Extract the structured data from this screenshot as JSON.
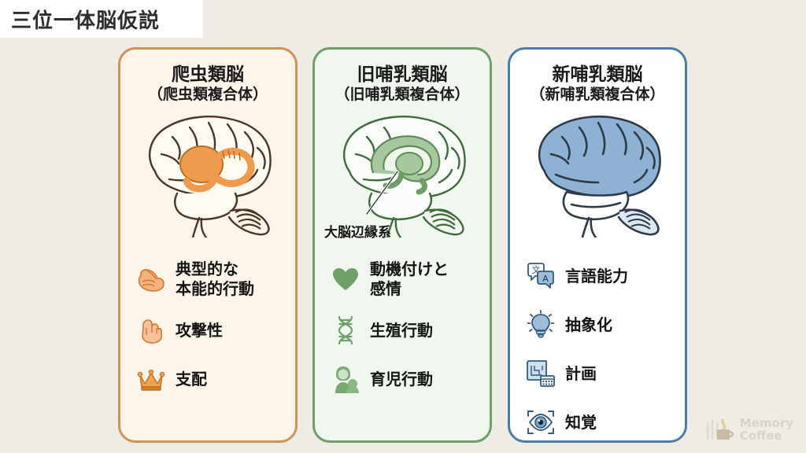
{
  "page": {
    "title": "三位一体脳仮説",
    "background_color": "#eeece4"
  },
  "cards": [
    {
      "id": "reptilian",
      "title": "爬虫類脳",
      "subtitle": "（爬虫類複合体）",
      "border_color": "#cf9356",
      "fill_color": "#fdf4ea",
      "brain_icon": "reptilian-brain-illustration",
      "annotation": "",
      "features": [
        {
          "icon": "flexed-biceps-icon",
          "label": "典型的な\n本能的行動"
        },
        {
          "icon": "raised-fist-icon",
          "label": "攻撃性"
        },
        {
          "icon": "crown-icon",
          "label": "支配"
        }
      ]
    },
    {
      "id": "paleomammalian",
      "title": "旧哺乳類脳",
      "subtitle": "（旧哺乳類複合体）",
      "border_color": "#6f9e6b",
      "fill_color": "#f0f7ef",
      "brain_icon": "limbic-brain-illustration",
      "annotation": "大脳辺縁系",
      "features": [
        {
          "icon": "heart-icon",
          "label": "動機付けと\n感情"
        },
        {
          "icon": "dna-icon",
          "label": "生殖行動"
        },
        {
          "icon": "parent-child-icon",
          "label": "育児行動"
        }
      ]
    },
    {
      "id": "neomammalian",
      "title": "新哺乳類脳",
      "subtitle": "（新哺乳類複合体）",
      "border_color": "#4c7ba9",
      "fill_color": "#ffffff",
      "brain_icon": "neocortex-brain-illustration",
      "annotation": "",
      "features": [
        {
          "icon": "translate-icon",
          "label": "言語能力"
        },
        {
          "icon": "lightbulb-icon",
          "label": "抽象化"
        },
        {
          "icon": "blueprint-icon",
          "label": "計画"
        },
        {
          "icon": "eye-scan-icon",
          "label": "知覚"
        }
      ]
    }
  ],
  "watermark": {
    "icon": "coffee-cup-icon",
    "text": "Memory\nCoffee"
  }
}
